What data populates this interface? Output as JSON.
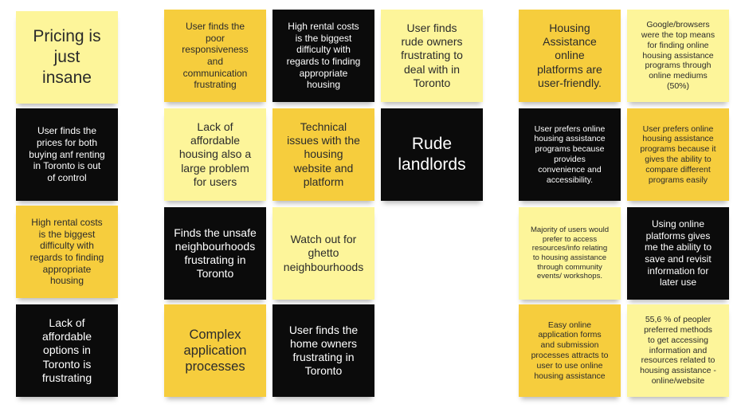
{
  "colors": {
    "light_yellow": "#fdf59a",
    "gold_yellow": "#f6cd3d",
    "black": "#0b0b0b",
    "background": "#ffffff"
  },
  "notes": [
    {
      "text": "Pricing is\njust\ninsane"
    },
    {
      "text": "User finds the\nprices for both\nbuying anf renting\nin Toronto is out\nof control"
    },
    {
      "text": "High rental costs\nis the biggest\ndifficulty with\nregards to finding\nappropriate\nhousing"
    },
    {
      "text": "Lack of\naffordable\noptions in\nToronto is\nfrustrating"
    },
    {
      "text": "User finds the\npoor\nresponsiveness\nand\ncommunication\nfrustrating"
    },
    {
      "text": "Lack of\naffordable\nhousing also a\nlarge problem\nfor users"
    },
    {
      "text": "Finds the unsafe\nneighbourhoods\nfrustrating in\nToronto"
    },
    {
      "text": "Complex\napplication\nprocesses"
    },
    {
      "text": "High rental costs\nis the biggest\ndifficulty with\nregards to finding\nappropriate\nhousing"
    },
    {
      "text": "Technical\nissues with the\nhousing\nwebsite and\nplatform"
    },
    {
      "text": "Watch out for\nghetto\nneighbourhoods"
    },
    {
      "text": "User finds the\nhome owners\nfrustrating in\nToronto"
    },
    {
      "text": "User finds\nrude owners\nfrustrating to\ndeal with in\nToronto"
    },
    {
      "text": "Rude\nlandlords"
    },
    {
      "text": "Housing\nAssistance\nonline\nplatforms are\nuser-friendly."
    },
    {
      "text": "User prefers online\nhousing assistance\nprograms because\nprovides\nconvenience and\naccessibility."
    },
    {
      "text": "Majority of users would\nprefer to access\nresources/info relating\nto housing assistance\nthrough community\nevents/ workshops."
    },
    {
      "text": "Easy online\napplication forms\nand submission\nprocesses attracts to\nuser to use online\nhousing assistance"
    },
    {
      "text": "Google/browsers\nwere the top means\nfor finding online\nhousing assistance\nprograms through\nonline mediums\n(50%)"
    },
    {
      "text": "User prefers online\nhousing assistance\nprograms because it\ngives the ability to\ncompare different\nprograms easily"
    },
    {
      "text": "Using online\nplatforms gives\nme the ability to\nsave and revisit\ninformation for\nlater use"
    },
    {
      "text": "55,6 % of peopler\npreferred methods\nto get accessing\ninformation and\nresources related to\nhousing assistance -\nonline/website"
    }
  ]
}
